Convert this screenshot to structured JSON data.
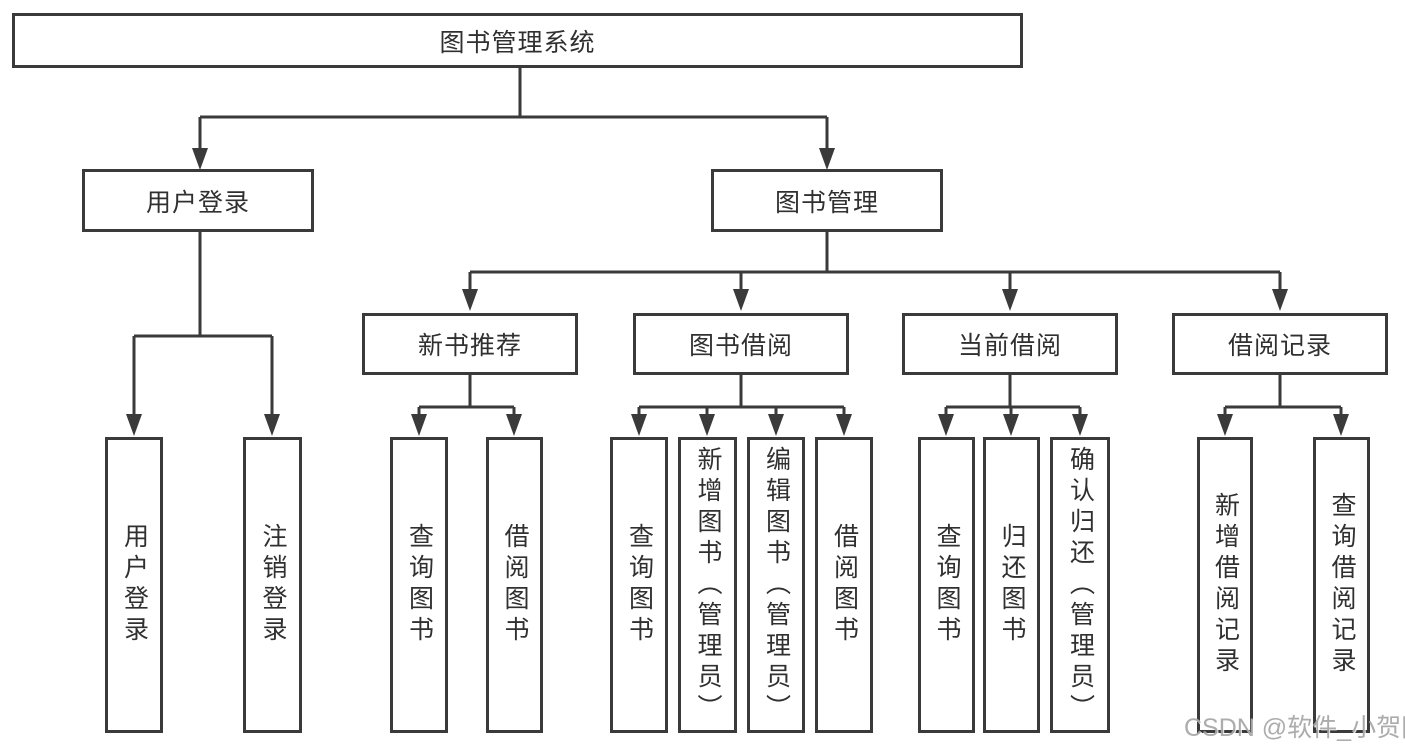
{
  "diagram": {
    "tree": {
      "label": "图书管理系统",
      "children": [
        {
          "label": "用户登录",
          "children": [
            {
              "label": "用户登录"
            },
            {
              "label": "注销登录"
            }
          ]
        },
        {
          "label": "图书管理",
          "children": [
            {
              "label": "新书推荐",
              "children": [
                {
                  "label": "查询图书"
                },
                {
                  "label": "借阅图书"
                }
              ]
            },
            {
              "label": "图书借阅",
              "children": [
                {
                  "label": "查询图书"
                },
                {
                  "label": "新增图书（管理员）"
                },
                {
                  "label": "编辑图书（管理员）"
                },
                {
                  "label": "借阅图书"
                }
              ]
            },
            {
              "label": "当前借阅",
              "children": [
                {
                  "label": "查询图书"
                },
                {
                  "label": "归还图书"
                },
                {
                  "label": "确认归还（管理员）"
                }
              ]
            },
            {
              "label": "借阅记录",
              "children": [
                {
                  "label": "新增借阅记录"
                },
                {
                  "label": "查询借阅记录"
                }
              ]
            }
          ]
        }
      ]
    },
    "watermark": "CSDN @软件_小贺同学"
  },
  "colors": {
    "line": "#3a3a3a",
    "text": "#303030",
    "box_fill": "#ffffff",
    "background": "#ffffff",
    "watermark": "#a8a8a8"
  }
}
